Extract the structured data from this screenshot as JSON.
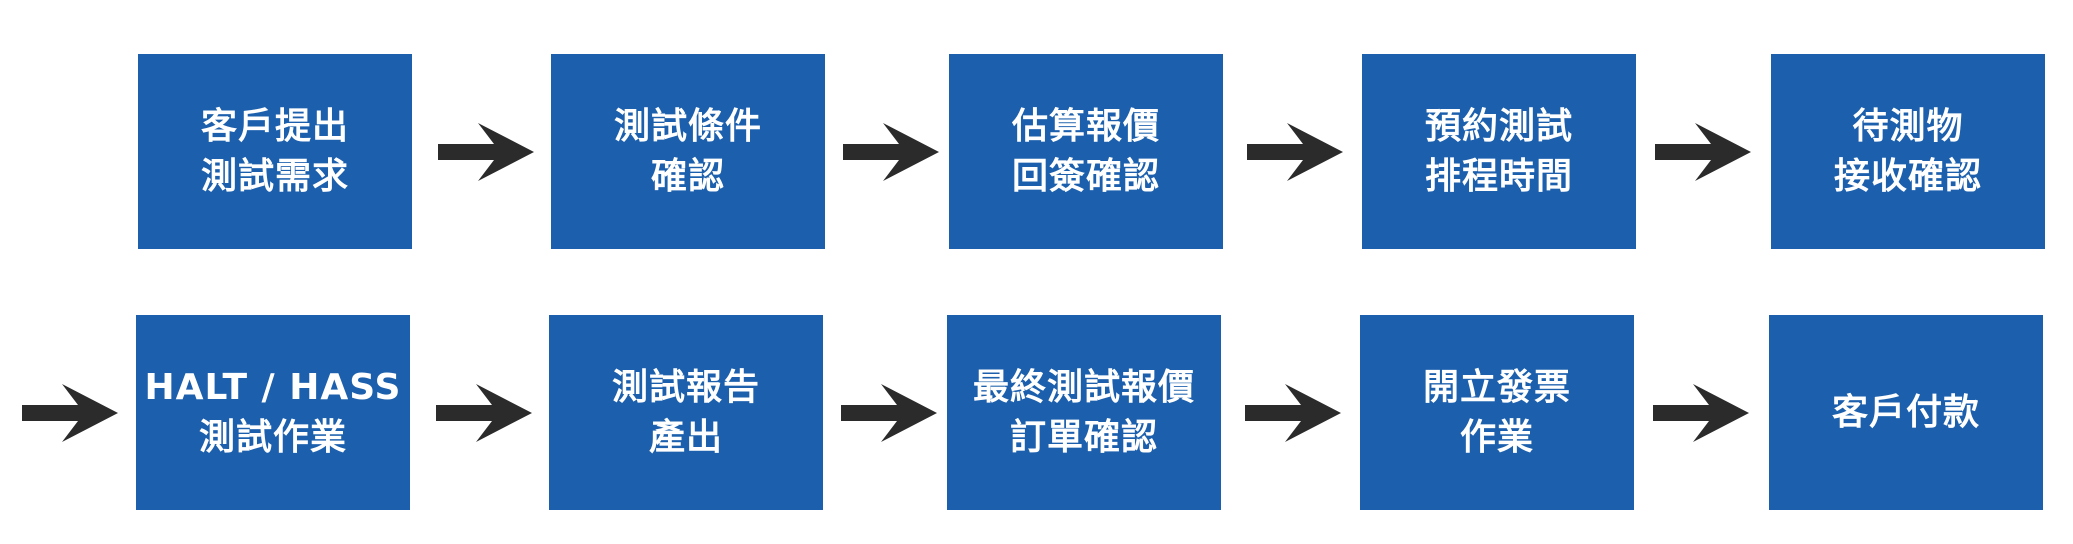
{
  "colors": {
    "box_fill": "#1b5fad",
    "box_text": "#ffffff",
    "arrow": "#2b2b2b"
  },
  "steps": [
    {
      "line1": "客戶提出",
      "line2": "測試需求"
    },
    {
      "line1": "測試條件",
      "line2": "確認"
    },
    {
      "line1": "估算報價",
      "line2": "回簽確認"
    },
    {
      "line1": "預約測試",
      "line2": "排程時間"
    },
    {
      "line1": "待測物",
      "line2": "接收確認"
    },
    {
      "line1": "HALT / HASS",
      "line2": "測試作業"
    },
    {
      "line1": "測試報告",
      "line2": "產出"
    },
    {
      "line1": "最終測試報價",
      "line2": "訂單確認"
    },
    {
      "line1": "開立發票",
      "line2": "作業"
    },
    {
      "line1": "客戶付款",
      "line2": ""
    }
  ]
}
